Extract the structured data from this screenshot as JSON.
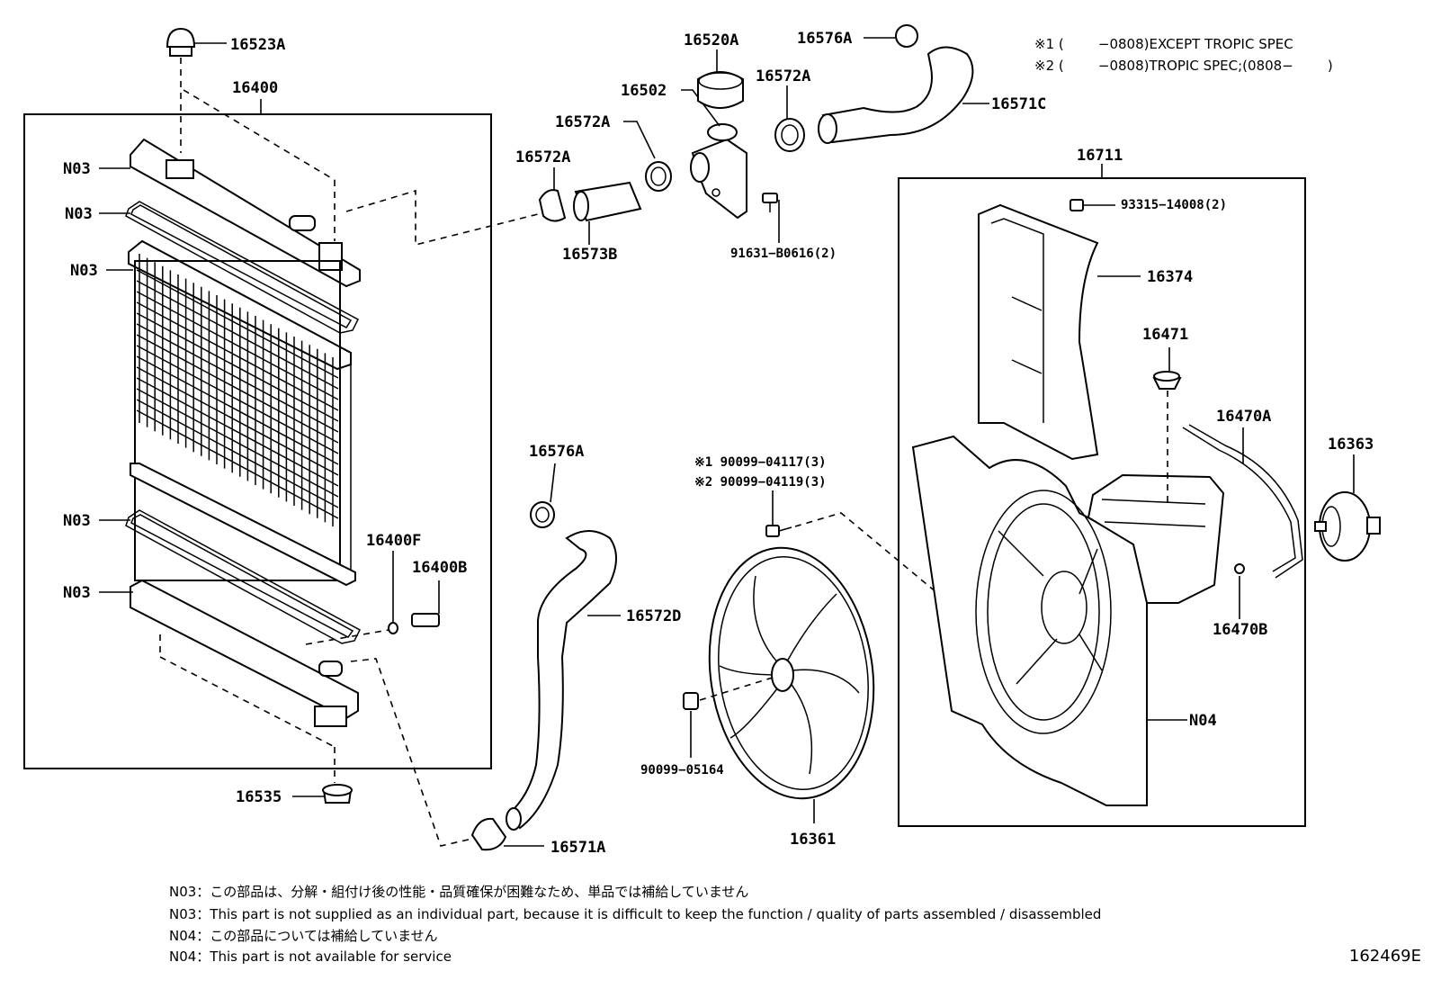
{
  "spec_notes": {
    "s1_mark": "※1",
    "s1_text": "(        −0808)EXCEPT TROPIC SPEC",
    "s2_mark": "※2",
    "s2_text": "(        −0808)TROPIC SPEC;(0808−        )"
  },
  "labels": {
    "p16523A": "16523A",
    "p16400": "16400",
    "n03_1": "N03",
    "n03_2": "N03",
    "n03_3": "N03",
    "n03_4": "N03",
    "n03_5": "N03",
    "p16400F": "16400F",
    "p16400B": "16400B",
    "p16535": "16535",
    "p16520A": "16520A",
    "p16576A_top": "16576A",
    "p16502": "16502",
    "p16572A_1": "16572A",
    "p16572A_2": "16572A",
    "p16572A_3": "16572A",
    "p16571C": "16571C",
    "p16573B": "16573B",
    "p91631": "91631−B0616(2)",
    "p16711": "16711",
    "p93315": "93315−14008(2)",
    "p16374": "16374",
    "p16471": "16471",
    "p16470A": "16470A",
    "p16363": "16363",
    "p16470B": "16470B",
    "n04": "N04",
    "p16576A_mid": "16576A",
    "p16572D": "16572D",
    "p16571A": "16571A",
    "p90099_04117": "※1 90099−04117(3)",
    "p90099_04119": "※2 90099−04119(3)",
    "p90099_05164": "90099−05164",
    "p16361": "16361"
  },
  "footnotes": [
    "N03：この部品は、分解・組付け後の性能・品質確保が困難なため、単品では補給していません",
    "N03：This part is not supplied as an individual part, because it is difficult to keep the function / quality of parts assembled / disassembled",
    "N04：この部品については補給していません",
    "N04：This part is not available for service"
  ],
  "illustration_id": "162469E"
}
